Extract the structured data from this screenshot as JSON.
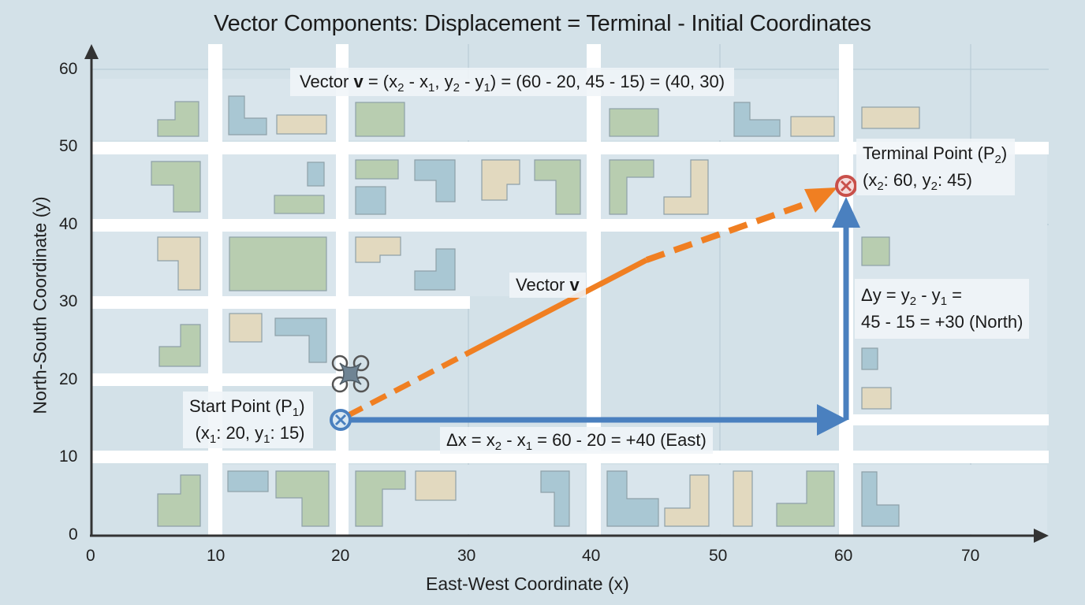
{
  "title": "Vector Components: Displacement = Terminal - Initial Coordinates",
  "axes": {
    "x_label": "East-West Coordinate (x)",
    "y_label": "North-South Coordinate (y)",
    "x_ticks": [
      "0",
      "10",
      "20",
      "30",
      "40",
      "50",
      "60",
      "70"
    ],
    "y_ticks": [
      "0",
      "10",
      "20",
      "30",
      "40",
      "50",
      "60"
    ]
  },
  "labels": {
    "formula": {
      "prefix": "Vector ",
      "bold": "v",
      "pre": " = (x",
      "s1": "2",
      "m1": " - x",
      "s2": "1",
      "m2": ", y",
      "s3": "2",
      "m3": " - y",
      "s4": "1",
      "post": ") = (60 - 20, 45 - 15) = (40, 30)"
    },
    "vector_v": {
      "prefix": "Vector ",
      "bold": "v"
    },
    "start": {
      "line1": "Start Point (P",
      "line1_sub": "1",
      "line1_end": ")",
      "l2a": "(x",
      "l2s1": "1",
      "l2b": ": 20, y",
      "l2s2": "1",
      "l2c": ": 15)"
    },
    "terminal": {
      "line1": "Terminal Point (P",
      "line1_sub": "2",
      "line1_end": ")",
      "l2a": "(x",
      "l2s1": "2",
      "l2b": ": 60, y",
      "l2s2": "2",
      "l2c": ": 45)"
    },
    "dx": {
      "a": "Δx = x",
      "s1": "2",
      "b": " - x",
      "s2": "1",
      "c": " = 60 - 20 = +40 (East)"
    },
    "dy": {
      "a": "Δy = y",
      "s1": "2",
      "b": " - y",
      "s2": "1",
      "c": " =",
      "line2": "45 - 15 = +30 (North)"
    }
  },
  "colors": {
    "background": "#d3e1e8",
    "vector_orange": "#f07f22",
    "component_blue": "#4a80bf",
    "start_marker": "#4a80bf",
    "terminal_marker": "#c9504a",
    "block_green": "#b8cdb0",
    "block_blue": "#a9c7d3",
    "block_tan": "#e2d9bf"
  },
  "chart_data": {
    "type": "diagram",
    "title": "Vector Components: Displacement = Terminal - Initial Coordinates",
    "xlabel": "East-West Coordinate (x)",
    "ylabel": "North-South Coordinate (y)",
    "xlim": [
      0,
      75
    ],
    "ylim": [
      0,
      62
    ],
    "grid": true,
    "points": [
      {
        "name": "Start Point (P1)",
        "x": 20,
        "y": 15
      },
      {
        "name": "Terminal Point (P2)",
        "x": 60,
        "y": 45
      }
    ],
    "vectors": [
      {
        "name": "Vector v",
        "from": [
          20,
          15
        ],
        "to": [
          60,
          45
        ],
        "style": "dashed-solid",
        "color": "#f07f22"
      },
      {
        "name": "Δx",
        "from": [
          20,
          15
        ],
        "to": [
          60,
          15
        ],
        "value": 40,
        "direction": "East",
        "color": "#4a80bf"
      },
      {
        "name": "Δy",
        "from": [
          60,
          15
        ],
        "to": [
          60,
          45
        ],
        "value": 30,
        "direction": "North",
        "color": "#4a80bf"
      }
    ],
    "result": {
      "v": [
        40,
        30
      ]
    }
  }
}
